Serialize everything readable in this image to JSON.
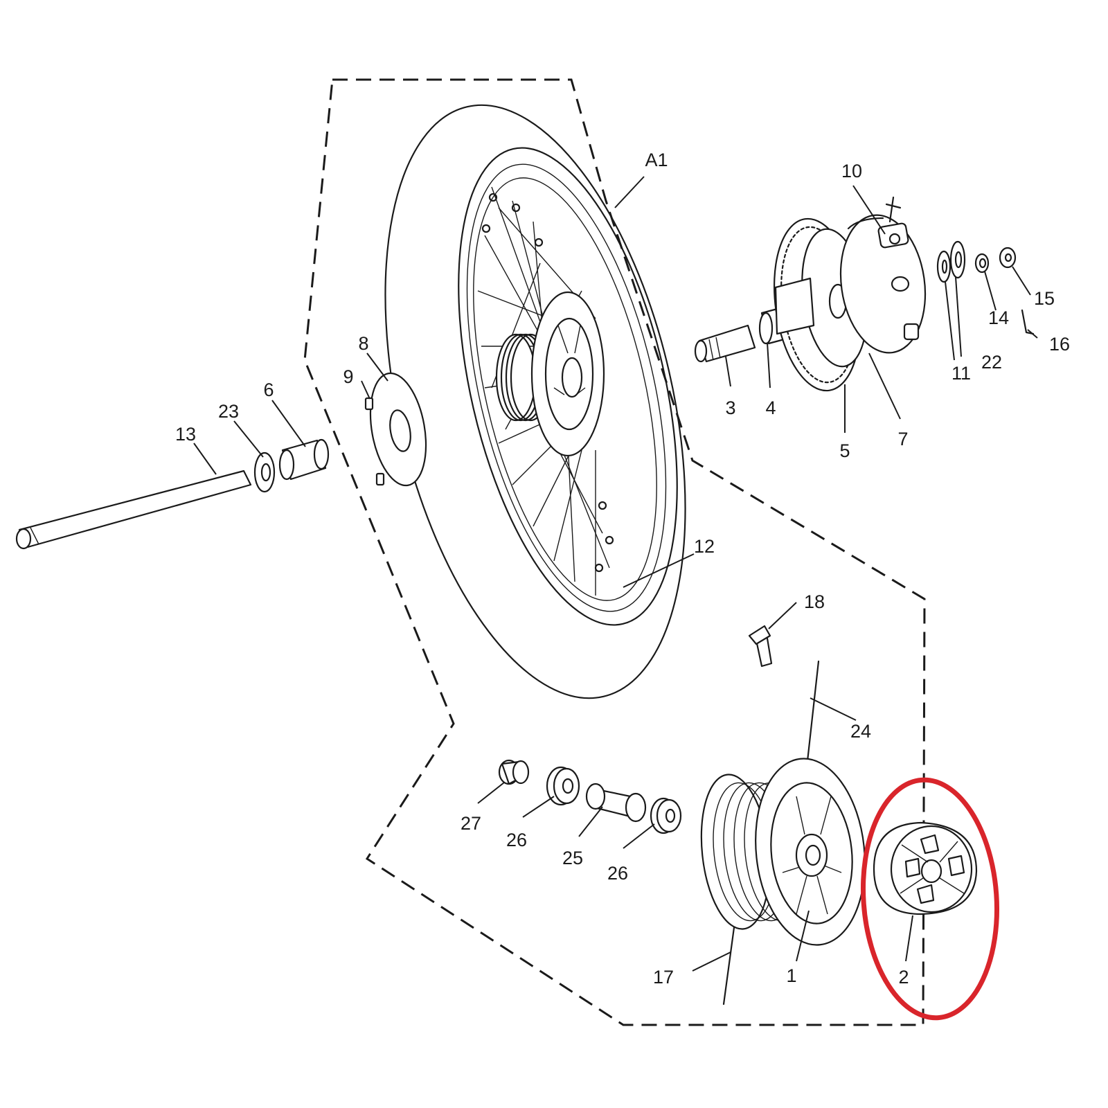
{
  "diagram": {
    "callouts": {
      "A1": "A1",
      "1": "1",
      "2": "2",
      "3": "3",
      "4": "4",
      "5": "5",
      "6": "6",
      "7": "7",
      "8": "8",
      "9": "9",
      "10": "10",
      "11": "11",
      "12": "12",
      "13": "13",
      "14": "14",
      "15": "15",
      "16": "16",
      "17": "17",
      "18": "18",
      "22": "22",
      "23": "23",
      "24": "24",
      "25": "25",
      "26a": "26",
      "26b": "26",
      "27": "27"
    },
    "colors": {
      "line": "#1a1a1a",
      "highlight": "#d9252b",
      "background": "#ffffff"
    },
    "highlighted_part": "2"
  }
}
